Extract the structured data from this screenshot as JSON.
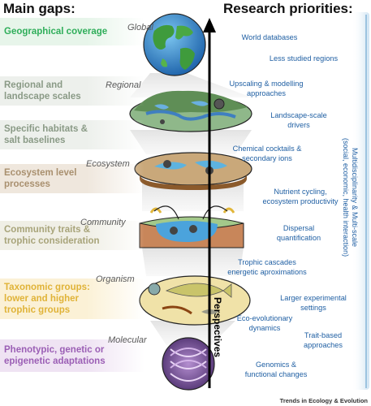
{
  "headers": {
    "main_gaps": "Main gaps:",
    "research_priorities": "Research priorities:"
  },
  "gaps": [
    {
      "text": "Geographical coverage",
      "color": "#2fae5a"
    },
    {
      "text": "Regional and\nlandscape scales",
      "color": "#8a9a86"
    },
    {
      "text": "Specific habitats &\nsalt baselines",
      "color": "#8a9a86"
    },
    {
      "text": "Ecosystem level\nprocesses",
      "color": "#a9906f"
    },
    {
      "text": "Community traits &\ntrophic consideration",
      "color": "#a8a47a"
    },
    {
      "text": "Taxonomic groups:\nlower and higher\ntrophic groups",
      "color": "#e0b338"
    },
    {
      "text": "Phenotypic, genetic or\nepigenetic adaptations",
      "color": "#9b5fb5"
    }
  ],
  "gap_bg_colors": [
    "#e7f5ea",
    "#edf0ec",
    "#edf0ec",
    "#efe7dd",
    "#f0efe6",
    "#fbf1d6",
    "#efe3f3"
  ],
  "scales": {
    "global": "Global",
    "regional": "Regional",
    "ecosystem": "Ecosystem",
    "community": "Community",
    "organism": "Organism",
    "molecular": "Molecular"
  },
  "priorities": [
    "World databases",
    "Less studied regions",
    "Upscaling & modelling\napproaches",
    "Landscape-scale\ndrivers",
    "Chemical cocktails &\nsecondary ions",
    "Nutrient cycling,\necosystem productivity",
    "Dispersal\nquantification",
    "Trophic cascades\nenergetic aproximations",
    "Larger experimental\nsettings",
    "Eco-evolutionary\ndynamics",
    "Trait-based\napproaches",
    "Genomics &\nfunctional changes"
  ],
  "axis_label": "Perspectives",
  "side_label": "Multidisciplinarity & Multi-scale\n(social, economic, health interaction)",
  "footer": "Trends in Ecology & Evolution",
  "colors": {
    "priority_text": "#1f5fa3",
    "side_bar": "#d7e8f4",
    "axis": "#000000"
  }
}
